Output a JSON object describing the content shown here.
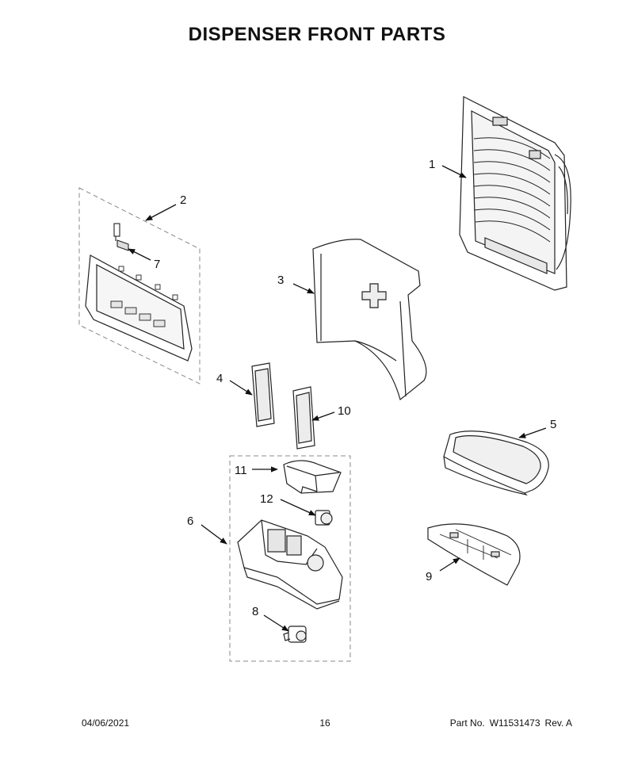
{
  "title": "DISPENSER FRONT PARTS",
  "callouts": {
    "c1": "1",
    "c2": "2",
    "c3": "3",
    "c4": "4",
    "c5": "5",
    "c6": "6",
    "c7": "7",
    "c8": "8",
    "c9": "9",
    "c10": "10",
    "c11": "11",
    "c12": "12"
  },
  "footer": {
    "date": "04/06/2021",
    "page": "16",
    "part_label": "Part No.",
    "part_number": "W11531473",
    "revision": "Rev. A"
  }
}
